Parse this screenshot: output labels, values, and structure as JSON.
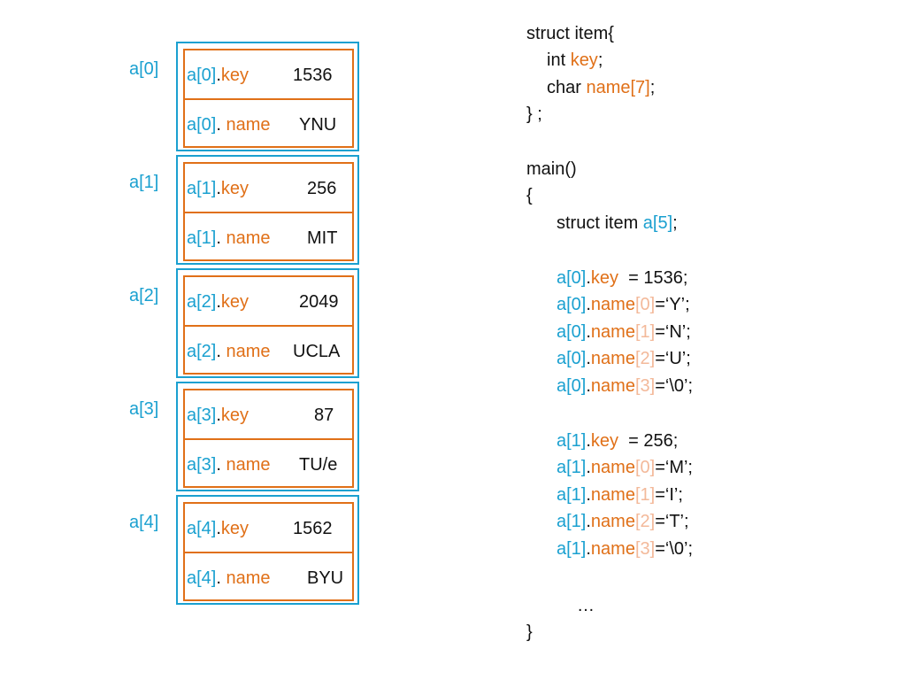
{
  "diagram": {
    "elements": [
      {
        "index_label": "a[0]",
        "key_prefix": "a[0]",
        "key_field": "key",
        "key_value": "1536",
        "name_prefix": "a[0]",
        "name_field": "name",
        "name_value": "YNU"
      },
      {
        "index_label": "a[1]",
        "key_prefix": "a[1]",
        "key_field": "key",
        "key_value": "256",
        "name_prefix": "a[1]",
        "name_field": "name",
        "name_value": "MIT"
      },
      {
        "index_label": "a[2]",
        "key_prefix": "a[2]",
        "key_field": "key",
        "key_value": "2049",
        "name_prefix": "a[2]",
        "name_field": "name",
        "name_value": "UCLA"
      },
      {
        "index_label": "a[3]",
        "key_prefix": "a[3]",
        "key_field": "key",
        "key_value": "87",
        "name_prefix": "a[3]",
        "name_field": "name",
        "name_value": "TU/e"
      },
      {
        "index_label": "a[4]",
        "key_prefix": "a[4]",
        "key_field": "key",
        "key_value": "1562",
        "name_prefix": "a[4]",
        "name_field": "name",
        "name_value": "BYU"
      }
    ]
  },
  "code": {
    "struct_open": "struct item{",
    "int_kw": "int ",
    "int_field": "key",
    "semicolon": ";",
    "char_kw": "char ",
    "char_field": "name[7]",
    "struct_close": "} ;",
    "main_sig": "main()",
    "brace_open": "{",
    "decl_kw": "struct item ",
    "decl_var": "a[5]",
    "assign": [
      {
        "arr": "a[0]",
        "field": "key",
        "index": "",
        "rest": "  = 1536;"
      },
      {
        "arr": "a[0]",
        "field": "name",
        "index": "[0]",
        "rest": "=‘Y’;"
      },
      {
        "arr": "a[0]",
        "field": "name",
        "index": "[1]",
        "rest": "=‘N’;"
      },
      {
        "arr": "a[0]",
        "field": "name",
        "index": "[2]",
        "rest": "=‘U’;"
      },
      {
        "arr": "a[0]",
        "field": "name",
        "index": "[3]",
        "rest": "=‘\\0’;"
      },
      {
        "arr": "a[1]",
        "field": "key",
        "index": "",
        "rest": "  = 256;"
      },
      {
        "arr": "a[1]",
        "field": "name",
        "index": "[0]",
        "rest": "=‘M’;"
      },
      {
        "arr": "a[1]",
        "field": "name",
        "index": "[1]",
        "rest": "=‘I’;"
      },
      {
        "arr": "a[1]",
        "field": "name",
        "index": "[2]",
        "rest": "=‘T’;"
      },
      {
        "arr": "a[1]",
        "field": "name",
        "index": "[3]",
        "rest": "=‘\\0’;"
      }
    ],
    "ellipsis": "…",
    "brace_close": "}"
  },
  "colors": {
    "array_blue": "#1aa0d0",
    "field_orange": "#e07018",
    "index_pale": "#f3b99a"
  }
}
